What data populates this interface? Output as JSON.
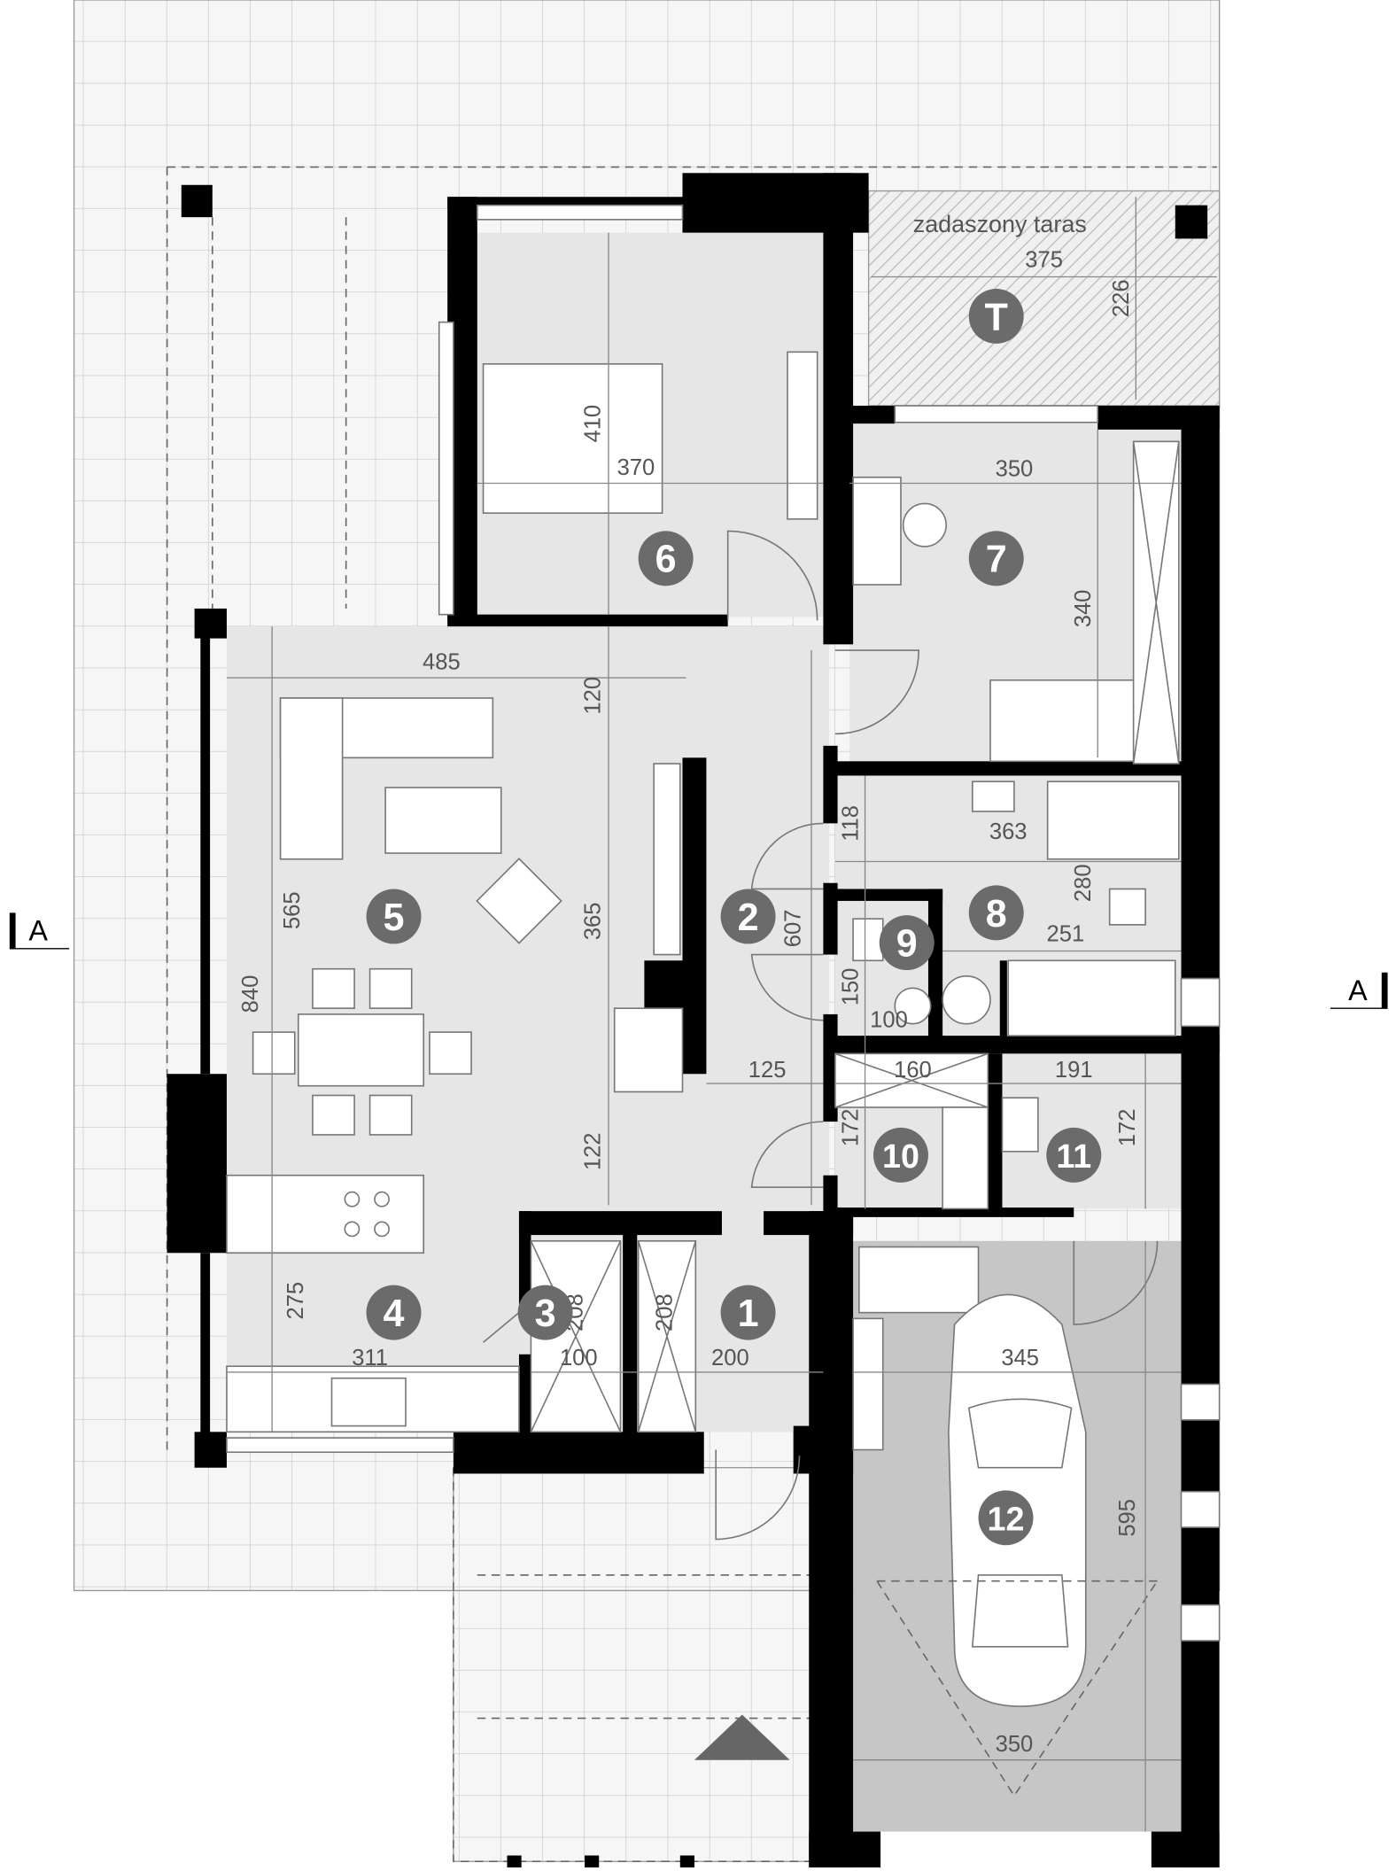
{
  "terrace": {
    "label": "zadaszony taras"
  },
  "rooms": [
    {
      "id": "T"
    },
    {
      "id": "6"
    },
    {
      "id": "7"
    },
    {
      "id": "5"
    },
    {
      "id": "2"
    },
    {
      "id": "9"
    },
    {
      "id": "8"
    },
    {
      "id": "10"
    },
    {
      "id": "11"
    },
    {
      "id": "4"
    },
    {
      "id": "3"
    },
    {
      "id": "1"
    },
    {
      "id": "12"
    }
  ],
  "dimensions": [
    "375",
    "226",
    "410",
    "370",
    "350",
    "340",
    "485",
    "120",
    "565",
    "365",
    "840",
    "607",
    "118",
    "363",
    "280",
    "251",
    "150",
    "100",
    "125",
    "160",
    "191",
    "172",
    "172",
    "122",
    "275",
    "311",
    "208",
    "100",
    "208",
    "200",
    "345",
    "595",
    "350"
  ],
  "section_marks": {
    "left": "A",
    "right": "A"
  },
  "colors": {
    "wall": "#000000",
    "room_fill": "#e6e6e6",
    "garage_fill": "#c6c6c6",
    "badge": "#6b6b6b",
    "grid": "#c8c8c8"
  }
}
